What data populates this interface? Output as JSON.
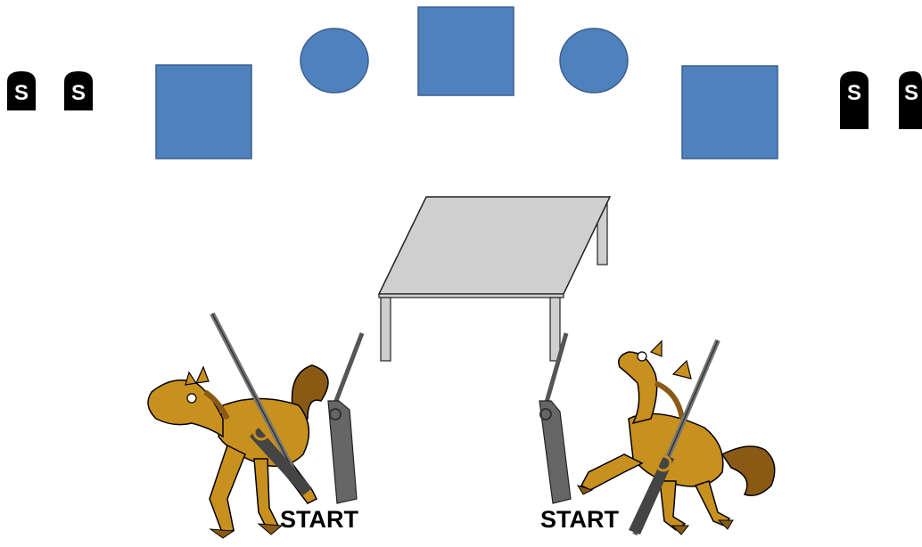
{
  "targets": [
    {
      "shape": "tombstone",
      "letter": "S"
    },
    {
      "shape": "tombstone",
      "letter": "S"
    },
    {
      "shape": "square"
    },
    {
      "shape": "circle"
    },
    {
      "shape": "square"
    },
    {
      "shape": "circle"
    },
    {
      "shape": "square"
    },
    {
      "shape": "tombstone",
      "letter": "S"
    },
    {
      "shape": "tombstone",
      "letter": "S"
    }
  ],
  "shooters": [
    {
      "label": "START",
      "figure": "horse-with-rifle",
      "spare_gun": "rifle-standing"
    },
    {
      "label": "START",
      "figure": "horse-with-rifle",
      "spare_gun": "rifle-standing"
    }
  ],
  "table": {
    "color": "#cfcfcf"
  },
  "colors": {
    "target_fill": "#4f81bd",
    "target_stroke": "#3a5f8f",
    "tombstone": "#000000",
    "horse_body": "#c8901e",
    "horse_mane": "#8a5a14",
    "rifle": "#555555"
  }
}
